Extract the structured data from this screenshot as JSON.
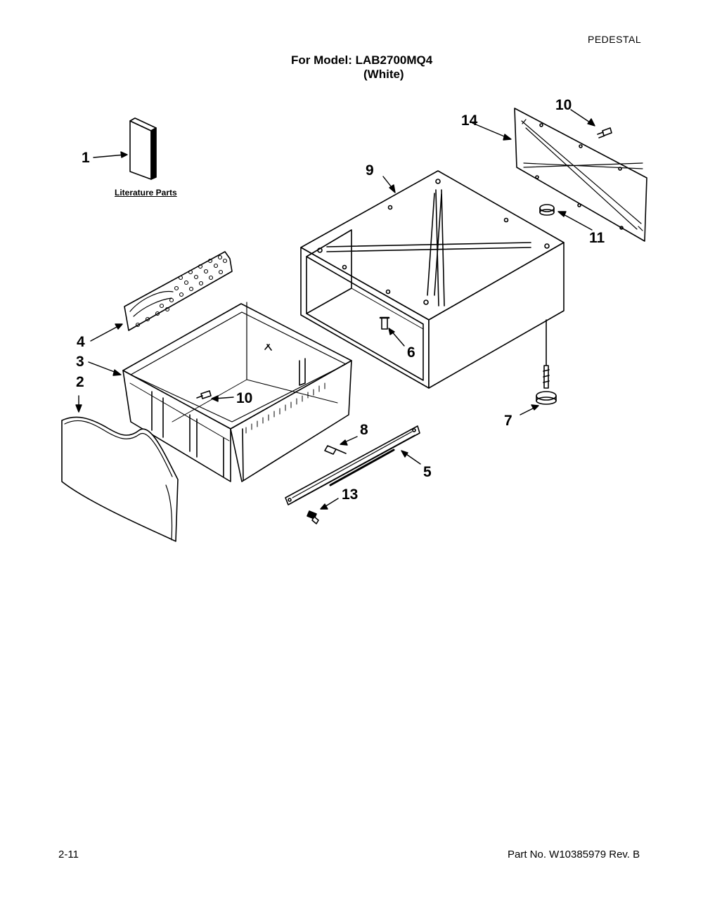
{
  "header": {
    "section": "PEDESTAL",
    "model_line": "For Model: LAB2700MQ4",
    "color_line": "(White)"
  },
  "literature_label": "Literature Parts",
  "callouts": {
    "c1": "1",
    "c2": "2",
    "c3": "3",
    "c4": "4",
    "c5": "5",
    "c6": "6",
    "c7": "7",
    "c8": "8",
    "c9": "9",
    "c10a": "10",
    "c10b": "10",
    "c11": "11",
    "c13": "13",
    "c14": "14"
  },
  "footer": {
    "page": "2-11",
    "part_no": "Part No. W10385979 Rev. B"
  }
}
